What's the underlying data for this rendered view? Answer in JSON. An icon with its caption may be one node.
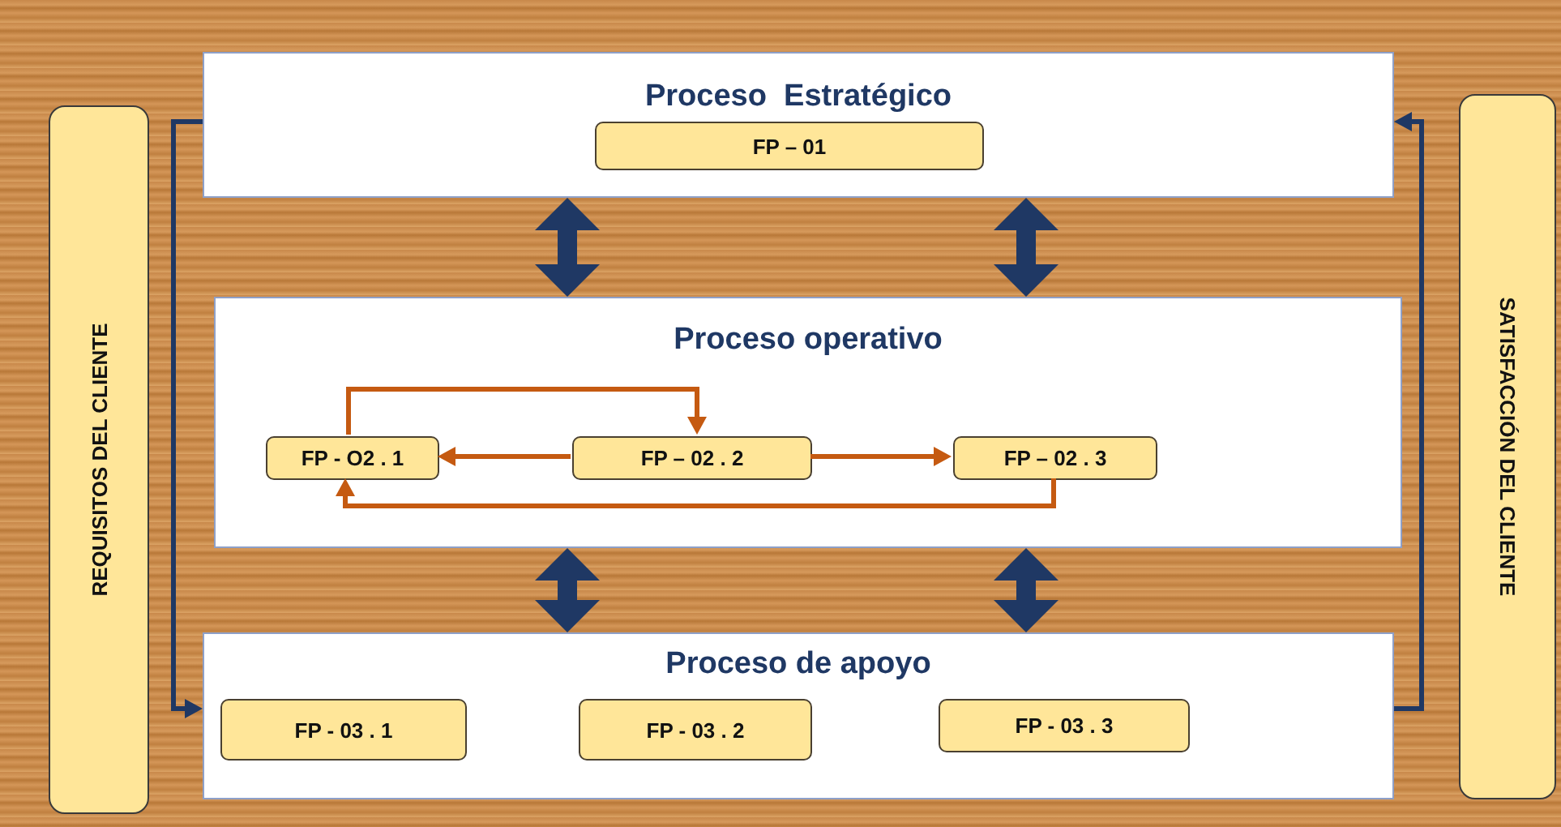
{
  "diagram": {
    "nodes": [
      {
        "text": [
          "REQUISITOS DEL CLIENTE"
        ]
      },
      {
        "text": [
          "Proceso  Estratégico"
        ]
      },
      {
        "text": [
          "FP – 01"
        ],
        "in": 1
      },
      {
        "text": [
          "Proceso operativo"
        ]
      },
      {
        "text": [
          "FP - O2 . 1"
        ],
        "in": 3
      },
      {
        "text": [
          "FP – 02 . 2"
        ],
        "in": 3
      },
      {
        "text": [
          "FP – 02 . 3"
        ],
        "in": 3
      },
      {
        "text": [
          "Proceso de apoyo"
        ]
      },
      {
        "text": [
          "FP - 03 . 1"
        ],
        "in": 7
      },
      {
        "text": [
          "FP - 03 . 2"
        ],
        "in": 7
      },
      {
        "text": [
          "FP - 03 . 3"
        ],
        "in": 7
      },
      {
        "text": [
          "SATISFACCIÓN DEL CLIENTE"
        ]
      }
    ],
    "edges": [
      {
        "from": 1,
        "to": 7,
        "arrow": "to"
      },
      {
        "from": 7,
        "to": 1,
        "arrow": "to"
      },
      {
        "from": 1,
        "to": 3,
        "arrow": "both",
        "style": "thick"
      },
      {
        "from": 1,
        "to": 3,
        "arrow": "both",
        "style": "thick"
      },
      {
        "from": 3,
        "to": 7,
        "arrow": "both",
        "style": "thick"
      },
      {
        "from": 3,
        "to": 7,
        "arrow": "both",
        "style": "thick"
      },
      {
        "from": 4,
        "to": 5,
        "arrow": "to",
        "color": "#c55a11"
      },
      {
        "from": 5,
        "to": 4,
        "arrow": "to",
        "color": "#c55a11"
      },
      {
        "from": 5,
        "to": 6,
        "arrow": "to",
        "color": "#c55a11"
      },
      {
        "from": 6,
        "to": 4,
        "arrow": "to",
        "color": "#c55a11"
      }
    ]
  }
}
